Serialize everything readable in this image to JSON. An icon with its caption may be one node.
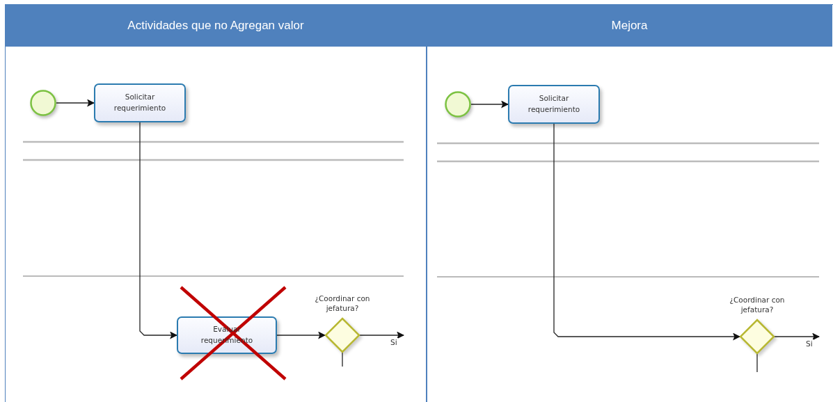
{
  "diagram": {
    "nodes": [
      {
        "text": [
          "Actividades que no Agregan valor"
        ]
      },
      {
        "text": [],
        "shape": "circle",
        "in": 0
      },
      {
        "text": [
          "Solicitar requerimiento"
        ],
        "in": 0
      },
      {
        "text": [
          "Evaluar requerimiento"
        ],
        "in": 0
      },
      {
        "text": [
          "¿Coordinar con jefatura?"
        ],
        "in": 0
      },
      {
        "text": [
          "Mejora"
        ]
      },
      {
        "text": [],
        "shape": "circle",
        "in": 5
      },
      {
        "text": [
          "Solicitar requerimiento"
        ],
        "in": 5
      },
      {
        "text": [
          "¿Coordinar con jefatura?"
        ],
        "in": 5
      }
    ],
    "edges": [
      {
        "from": 1,
        "to": 2,
        "arrow": "to"
      },
      {
        "from": 2,
        "to": 3,
        "arrow": "to"
      },
      {
        "from": 3,
        "to": 4,
        "arrow": "to"
      },
      {
        "from": 4,
        "to": null,
        "arrow": "to",
        "label": "Si"
      },
      {
        "from": 4,
        "to": null,
        "arrow": "none"
      },
      {
        "from": 6,
        "to": 7,
        "arrow": "to"
      },
      {
        "from": 7,
        "to": 8,
        "arrow": "to"
      },
      {
        "from": 8,
        "to": null,
        "arrow": "to",
        "label": "Si"
      },
      {
        "from": 8,
        "to": null,
        "arrow": "none"
      }
    ]
  }
}
